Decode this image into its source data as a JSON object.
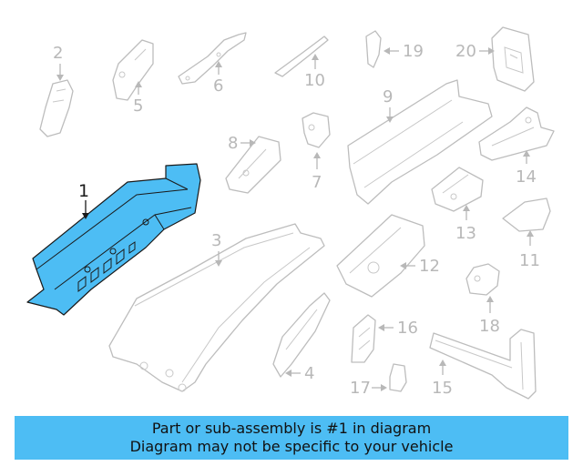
{
  "callouts": {
    "c1": "1",
    "c2": "2",
    "c3": "3",
    "c4": "4",
    "c5": "5",
    "c6": "6",
    "c7": "7",
    "c8": "8",
    "c9": "9",
    "c10": "10",
    "c11": "11",
    "c12": "12",
    "c13": "13",
    "c14": "14",
    "c15": "15",
    "c16": "16",
    "c17": "17",
    "c18": "18",
    "c19": "19",
    "c20": "20"
  },
  "colors": {
    "highlight": "#4dbdf4",
    "parts": "#bdbdbd",
    "banner": "#4dbdf4"
  },
  "banner": {
    "line1": "Part or sub-assembly is #1 in diagram",
    "line2": "Diagram may not be specific to your vehicle"
  }
}
